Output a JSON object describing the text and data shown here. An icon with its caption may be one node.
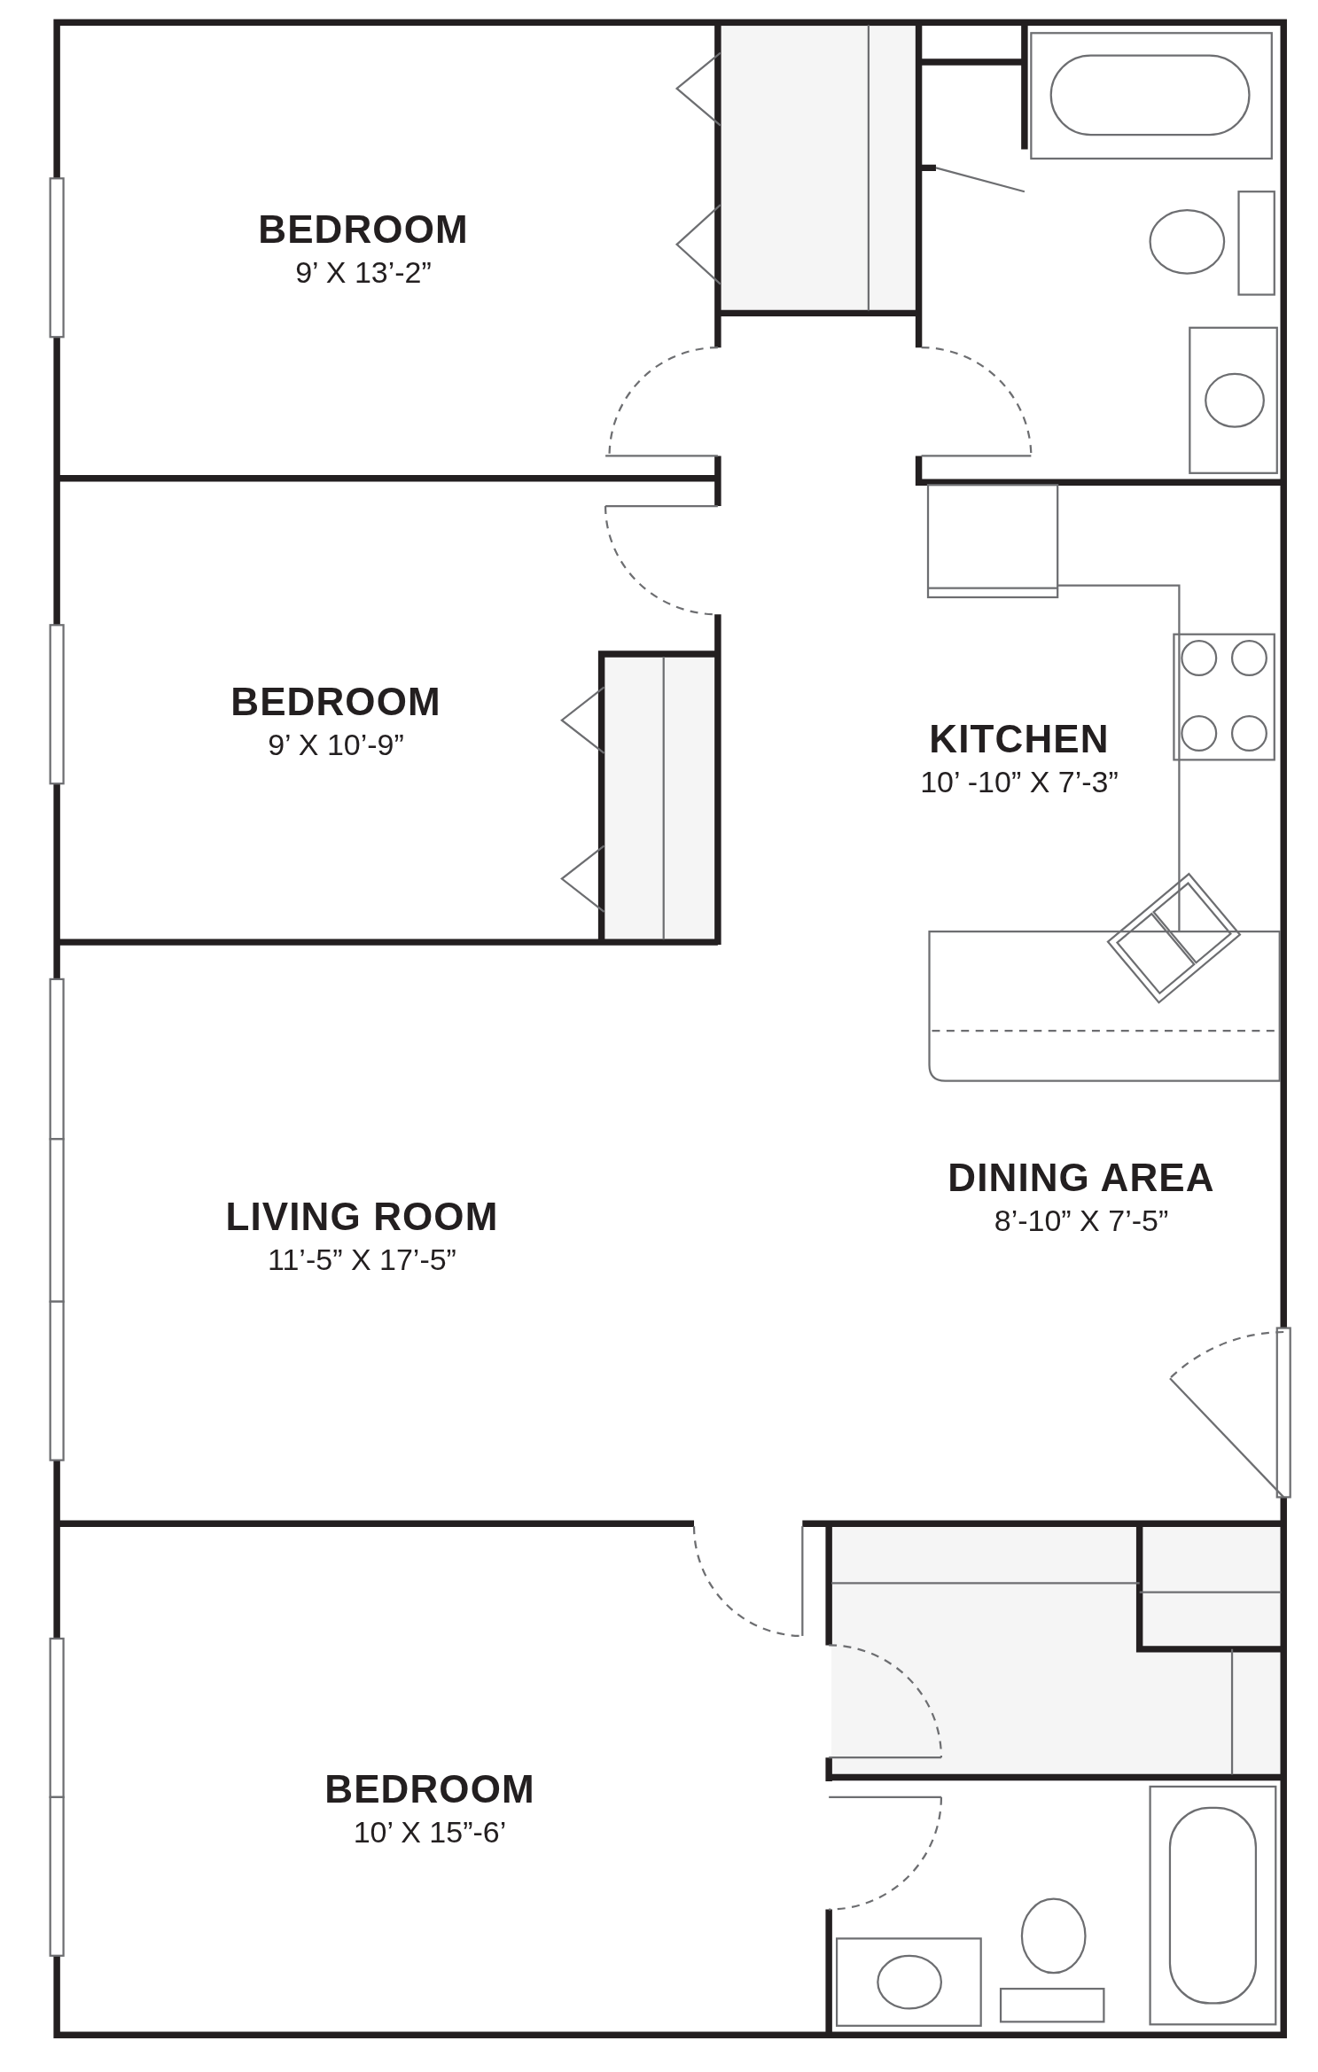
{
  "diagram": {
    "nodes": [
      {
        "text": [
          "BEDROOM",
          "9’ X 13’-2”"
        ]
      },
      {
        "text": [
          "BEDROOM",
          "9’ X 10’-9”"
        ]
      },
      {
        "text": [
          "KITCHEN",
          "10’ -10” X 7’-3”"
        ]
      },
      {
        "text": [
          "LIVING ROOM",
          "11’-5” X 17’-5”"
        ]
      },
      {
        "text": [
          "DINING AREA",
          "8’-10” X 7’-5”"
        ]
      },
      {
        "text": [
          "BEDROOM",
          "10’ X 15”-6’"
        ]
      }
    ]
  }
}
